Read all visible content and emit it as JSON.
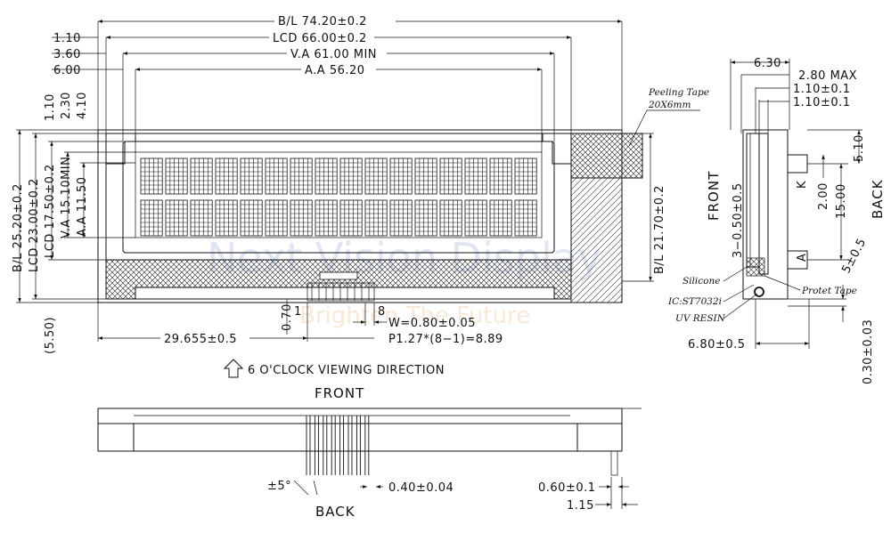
{
  "watermark": {
    "brand": "Next Vision Display",
    "tagline": "Brighten The Future"
  },
  "top_dims": {
    "bl_width": "B/L 74.20±0.2",
    "lcd_offset": "1.10",
    "lcd_width": "LCD 66.00±0.2",
    "va_offset": "3.60",
    "va_width": "V.A 61.00 MIN",
    "aa_offset": "6.00",
    "aa_width": "A.A 56.20"
  },
  "left_dims": {
    "bl_height": "B/L 25.20±0.2",
    "lcd_height": "LCD 23.00±0.2",
    "lcd_h2": "LCD 17.50±0.2",
    "va_height": "V.A 15.10MIN",
    "aa_height": "A.A 11.50",
    "off_110": "1.10",
    "off_230": "2.30",
    "off_410": "4.10",
    "off_550": "(5.50)"
  },
  "right_dims": {
    "bl_h2": "B/L 21.70±0.2"
  },
  "peeling_tape": {
    "label": "Peeling Tape",
    "size": "20X6mm"
  },
  "pins": {
    "first": "1",
    "last": "8",
    "w": "W=0.80±0.05",
    "pitch": "P1.27*(8−1)=8.89",
    "h": "0.70",
    "left_off": "29.655±0.5"
  },
  "viewing": "6 O'CLOCK VIEWING DIRECTION",
  "side_view": {
    "d630": "6.30",
    "d280": "2.80 MAX",
    "d110a": "1.10±0.1",
    "d110b": "1.10±0.1",
    "front": "FRONT",
    "back": "BACK",
    "d050": "3−0.50±0.5",
    "k": "K",
    "a": "A",
    "d510": "5.10",
    "d200": "2.00",
    "d1500": "15.00",
    "angle": "5±0.5",
    "silicone": "Silicone",
    "ic": "IC:ST7032i",
    "uv": "UV RESIN",
    "tape": "Protet Tape",
    "d680": "6.80±0.5",
    "d030": "0.30±0.03"
  },
  "bottom_view": {
    "front": "FRONT",
    "back": "BACK",
    "angle": "±5°",
    "d040": "0.40±0.04",
    "d060": "0.60±0.1",
    "d115": "1.15"
  }
}
